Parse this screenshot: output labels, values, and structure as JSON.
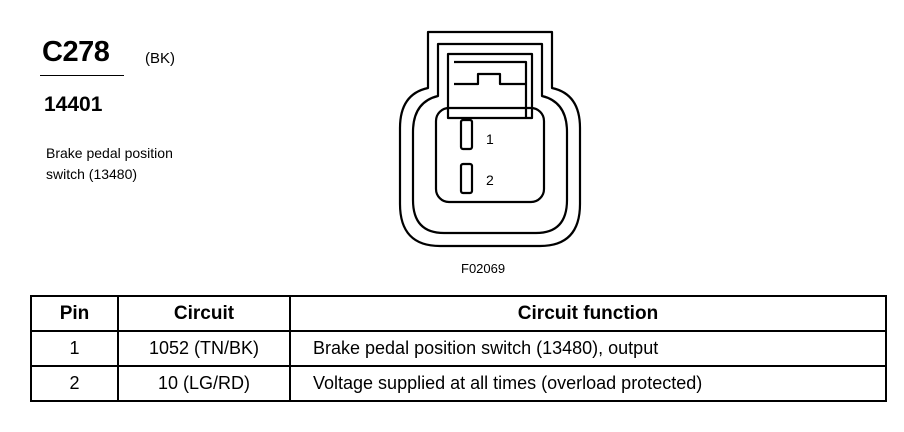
{
  "connector": {
    "id": "C278",
    "color_code": "(BK)",
    "harness_number": "14401",
    "description_lines": [
      "Brake pedal position",
      "switch (13480)"
    ],
    "figure_number": "F02069",
    "terminal_labels": [
      "1",
      "2"
    ]
  },
  "table": {
    "headers": {
      "pin": "Pin",
      "circuit": "Circuit",
      "function": "Circuit function"
    },
    "rows": [
      {
        "pin": "1",
        "circuit": "1052 (TN/BK)",
        "function": "Brake pedal position switch (13480), output"
      },
      {
        "pin": "2",
        "circuit": "10 (LG/RD)",
        "function": "Voltage supplied at all times (overload protected)"
      }
    ]
  }
}
